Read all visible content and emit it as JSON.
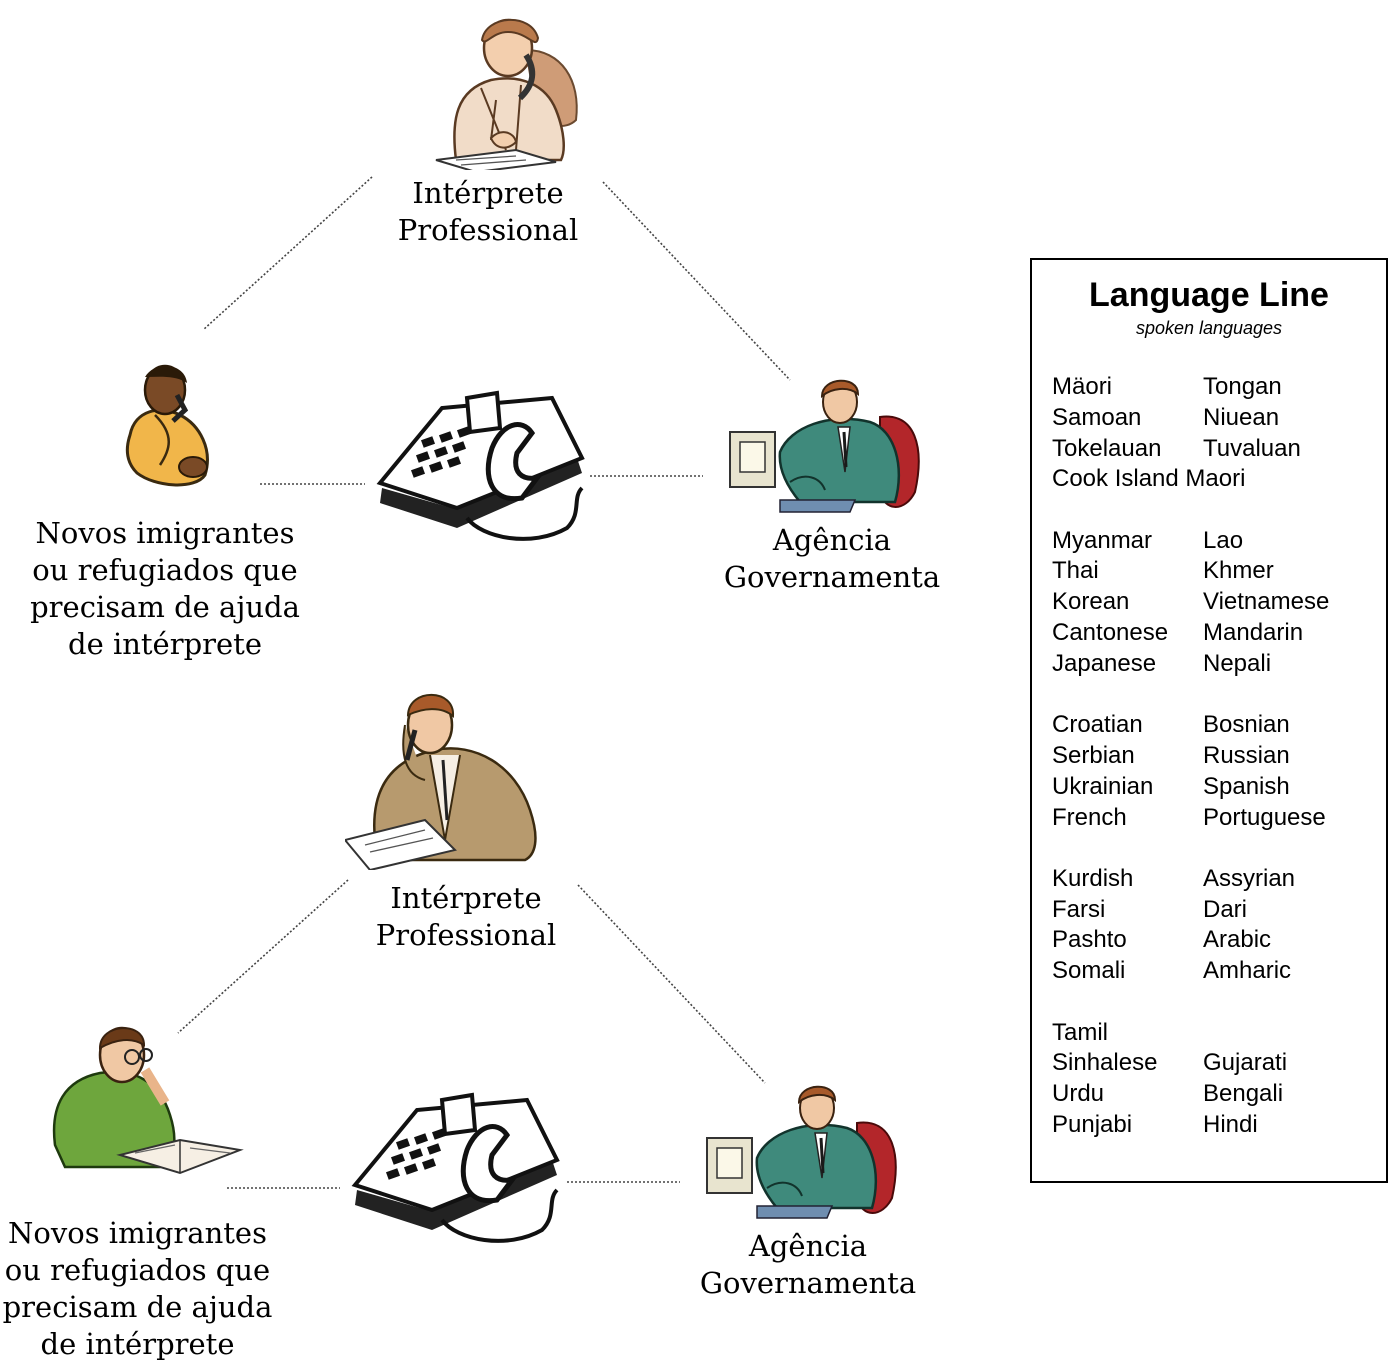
{
  "diagrams": [
    {
      "interpreter_label": [
        "Intérprete",
        "Professional"
      ],
      "client_label": [
        "Novos imigrantes",
        "ou refugiados que",
        "precisam de ajuda",
        "de intérprete"
      ],
      "agency_label": [
        "Agência",
        "Governamenta"
      ]
    },
    {
      "interpreter_label": [
        "Intérprete",
        "Professional"
      ],
      "client_label": [
        "Novos imigrantes",
        "ou refugiados que",
        "precisam de ajuda",
        "de intérprete"
      ],
      "agency_label": [
        "Agência",
        "Governamenta"
      ]
    }
  ],
  "icons": {
    "interpreter_1": "woman-on-phone-writing-icon",
    "interpreter_2": "man-on-phone-writing-icon",
    "client_1": "person-on-phone-icon",
    "client_2": "man-reading-on-phone-icon",
    "phone": "desk-telephone-icon",
    "agency": "man-at-computer-icon"
  },
  "colors": {
    "connector": "#444444",
    "skin": "#e9b48a",
    "suit_teal": "#3f8a7c",
    "sweater_green": "#6ea63d",
    "jacket_tan": "#b79a6e",
    "client_yellow": "#f1b64a",
    "chair_red": "#b3262a"
  },
  "language_box": {
    "title": "Language Line",
    "subtitle": "spoken languages",
    "groups": [
      [
        [
          "Mäori",
          "Tongan"
        ],
        [
          "Samoan",
          "Niuean"
        ],
        [
          "Tokelauan",
          "Tuvaluan"
        ],
        [
          "Cook Island Maori",
          ""
        ]
      ],
      [
        [
          "Myanmar",
          "Lao"
        ],
        [
          "Thai",
          "Khmer"
        ],
        [
          "Korean",
          "Vietnamese"
        ],
        [
          "Cantonese",
          "Mandarin"
        ],
        [
          "Japanese",
          "Nepali"
        ]
      ],
      [
        [
          "Croatian",
          "Bosnian"
        ],
        [
          "Serbian",
          "Russian"
        ],
        [
          "Ukrainian",
          "Spanish"
        ],
        [
          "French",
          "Portuguese"
        ]
      ],
      [
        [
          "Kurdish",
          "Assyrian"
        ],
        [
          "Farsi",
          "Dari"
        ],
        [
          "Pashto",
          "Arabic"
        ],
        [
          "Somali",
          "Amharic"
        ]
      ],
      [
        [
          "Tamil",
          ""
        ],
        [
          "Sinhalese",
          "Gujarati"
        ],
        [
          "Urdu",
          "Bengali"
        ],
        [
          "Punjabi",
          "Hindi"
        ]
      ]
    ]
  }
}
